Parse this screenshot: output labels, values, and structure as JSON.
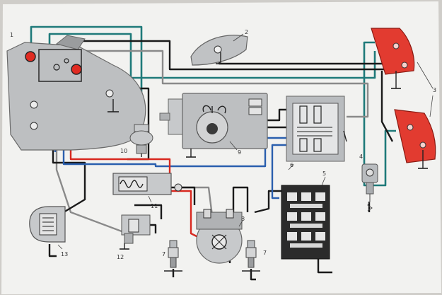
{
  "labels": {
    "l1": "1",
    "l2": "2",
    "l3": "3",
    "l4": "4",
    "l5": "5",
    "l6": "6",
    "l7a": "7",
    "l7b": "7",
    "l8": "8",
    "l9": "9",
    "l10": "10",
    "l11": "11",
    "l12": "12",
    "l13": "13"
  },
  "colors": {
    "paper": "#f2f2f0",
    "wire_black": "#1a1a1a",
    "wire_gray": "#8a8a8a",
    "wire_teal": "#1f7a7a",
    "wire_blue": "#2a5fae",
    "wire_red": "#d8281f",
    "component_gray": "#b9bcbf",
    "tail_light_red": "#e23b30"
  }
}
